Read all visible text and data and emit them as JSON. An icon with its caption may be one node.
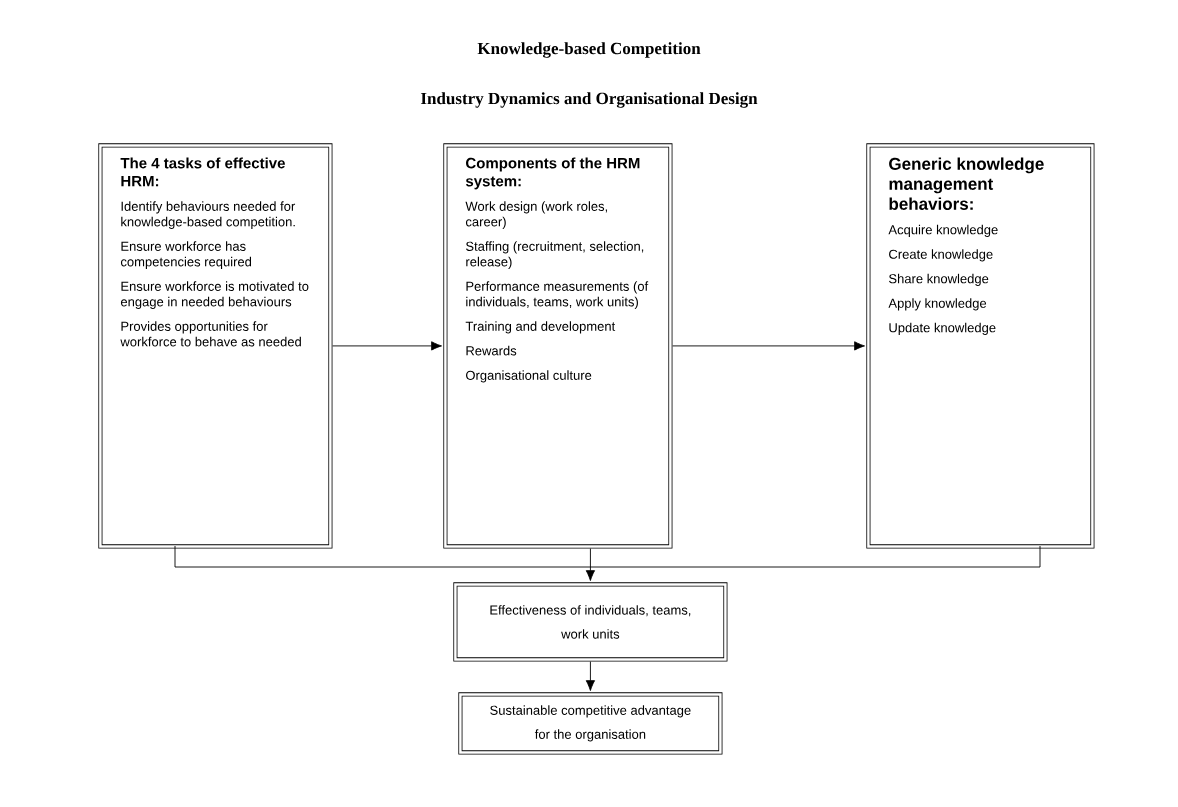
{
  "diagram": {
    "title": "Knowledge-based Competition",
    "nodes": [
      {
        "text": [
          "The 4 tasks of effective HRM:",
          "Identify behaviours needed for knowledge-based competition.",
          "Ensure workforce has competencies required",
          "Ensure workforce is motivated to engage in needed behaviours",
          "Provides opportunities for workforce to behave as needed"
        ]
      },
      {
        "text": [
          "Components of the HRM system:",
          "Work design (work roles, career)",
          "Staffing (recruitment, selection, release)",
          "Performance measurements (of individuals, teams, work units)",
          "Training and development",
          "Rewards",
          "Organisational culture"
        ]
      },
      {
        "text": [
          "Generic knowledge management behaviors:",
          "Acquire knowledge",
          "Create knowledge",
          "Share knowledge",
          "Apply knowledge",
          "Update knowledge"
        ]
      },
      {
        "text": [
          "Effectiveness of individuals, teams, work units"
        ]
      },
      {
        "text": [
          "Sustainable competitive advantage for the organisation"
        ]
      }
    ],
    "edges": [
      {
        "from": 0,
        "to": 1,
        "arrow": "to"
      },
      {
        "from": 1,
        "to": 2,
        "arrow": "to"
      },
      {
        "from": 0,
        "to": 3,
        "arrow": "to"
      },
      {
        "from": 1,
        "to": 3,
        "arrow": "to"
      },
      {
        "from": 2,
        "to": 3,
        "arrow": "to"
      },
      {
        "from": 3,
        "to": 4,
        "arrow": "to"
      }
    ],
    "labels": [
      "Industry Dynamics and Organisational Design"
    ]
  }
}
